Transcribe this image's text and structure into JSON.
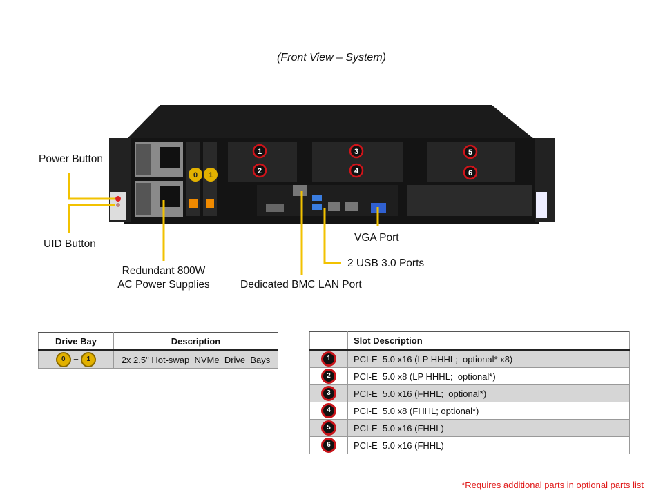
{
  "title": "(Front View – System)",
  "callouts": {
    "power_button": "Power Button",
    "uid_button": "UID Button",
    "psu_line1": "Redundant  800W",
    "psu_line2": "AC Power Supplies",
    "bmc_lan": "Dedicated BMC LAN Port",
    "usb": "2 USB 3.0 Ports",
    "vga": "VGA Port"
  },
  "chassis": {
    "drive_bays": [
      "0",
      "1"
    ],
    "pcie_slots": [
      "1",
      "2",
      "3",
      "4",
      "5",
      "6"
    ],
    "callout_color": "#f2c200",
    "slot_marker_color": "#c8141a"
  },
  "drive_table": {
    "headers": [
      "Drive Bay",
      "Description"
    ],
    "rows": [
      {
        "from": "0",
        "sep": "–",
        "to": "1",
        "description": "2x 2.5\" Hot-swap  NVMe  Drive  Bays"
      }
    ]
  },
  "slot_table": {
    "headers": [
      "",
      "Slot Description"
    ],
    "rows": [
      {
        "slot": "1",
        "description": "PCI-E  5.0 x16 (LP HHHL;  optional* x8)"
      },
      {
        "slot": "2",
        "description": "PCI-E  5.0 x8 (LP HHHL;  optional*)"
      },
      {
        "slot": "3",
        "description": "PCI-E  5.0 x16 (FHHL;  optional*)"
      },
      {
        "slot": "4",
        "description": "PCI-E  5.0 x8 (FHHL; optional*)"
      },
      {
        "slot": "5",
        "description": "PCI-E  5.0 x16 (FHHL)"
      },
      {
        "slot": "6",
        "description": "PCI-E  5.0 x16 (FHHL)"
      }
    ]
  },
  "footnote": "*Requires additional parts in optional parts list"
}
